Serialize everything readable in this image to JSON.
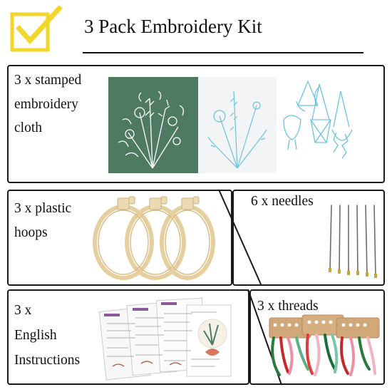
{
  "title": "3 Pack Embroidery Kit",
  "icon": "yellow-checkbox-icon",
  "colors": {
    "accent": "#f2d62a",
    "border": "#1a1a1a",
    "cloth_green": "#4e7a62",
    "stitch_blue": "#6cc3de"
  },
  "sections": {
    "cloth": {
      "lines": [
        "3 x stamped",
        "embroidery",
        "cloth"
      ]
    },
    "hoops": {
      "lines": [
        "3 x plastic",
        "hoops"
      ]
    },
    "needles": {
      "label": "6 x needles"
    },
    "instructions": {
      "lines": [
        "3 x",
        "English",
        "Instructions"
      ]
    },
    "threads": {
      "label": "3 x threads"
    }
  }
}
